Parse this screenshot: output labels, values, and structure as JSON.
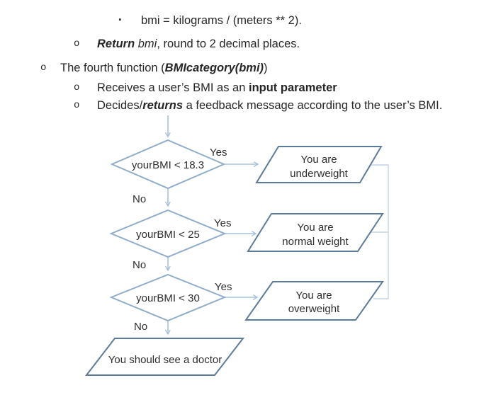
{
  "document": {
    "lines": [
      {
        "marker": "▪",
        "parts": [
          {
            "t": "bmi = kilograms / (meters ** 2)."
          }
        ]
      },
      {
        "marker": "o",
        "parts": [
          {
            "t": "Return"
          },
          {
            "t": " bmi"
          },
          {
            "t": ", round to 2 decimal places."
          }
        ]
      },
      {
        "marker": "o",
        "parts": [
          {
            "t": "The fourth function ("
          },
          {
            "t": "BMIcategory(bmi)"
          },
          {
            "t": ")"
          }
        ]
      },
      {
        "marker": "o",
        "parts": [
          {
            "t": "Receives a user’s BMI as an "
          },
          {
            "t": "input parameter"
          }
        ]
      },
      {
        "marker": "o",
        "parts": [
          {
            "t": "Decides/"
          },
          {
            "t": "returns"
          },
          {
            "t": " a feedback message according to the user’s BMI."
          }
        ]
      }
    ]
  },
  "flowchart": {
    "yes": "Yes",
    "no": "No",
    "decisions": [
      "yourBMI < 18.3",
      "yourBMI < 25",
      "yourBMI < 30"
    ],
    "results": [
      {
        "line1": "You are",
        "line2": "underweight"
      },
      {
        "line1": "You are",
        "line2": "normal weight"
      },
      {
        "line1": "You are",
        "line2": "overweight"
      }
    ],
    "final": "You should see a doctor"
  },
  "colors": {
    "background": "#ffffff",
    "text": "#262626",
    "connector": "#a5c1dd",
    "collector": "#c3d4e6",
    "decision_border": "#90adca",
    "result_border": "#5d7b9a"
  }
}
